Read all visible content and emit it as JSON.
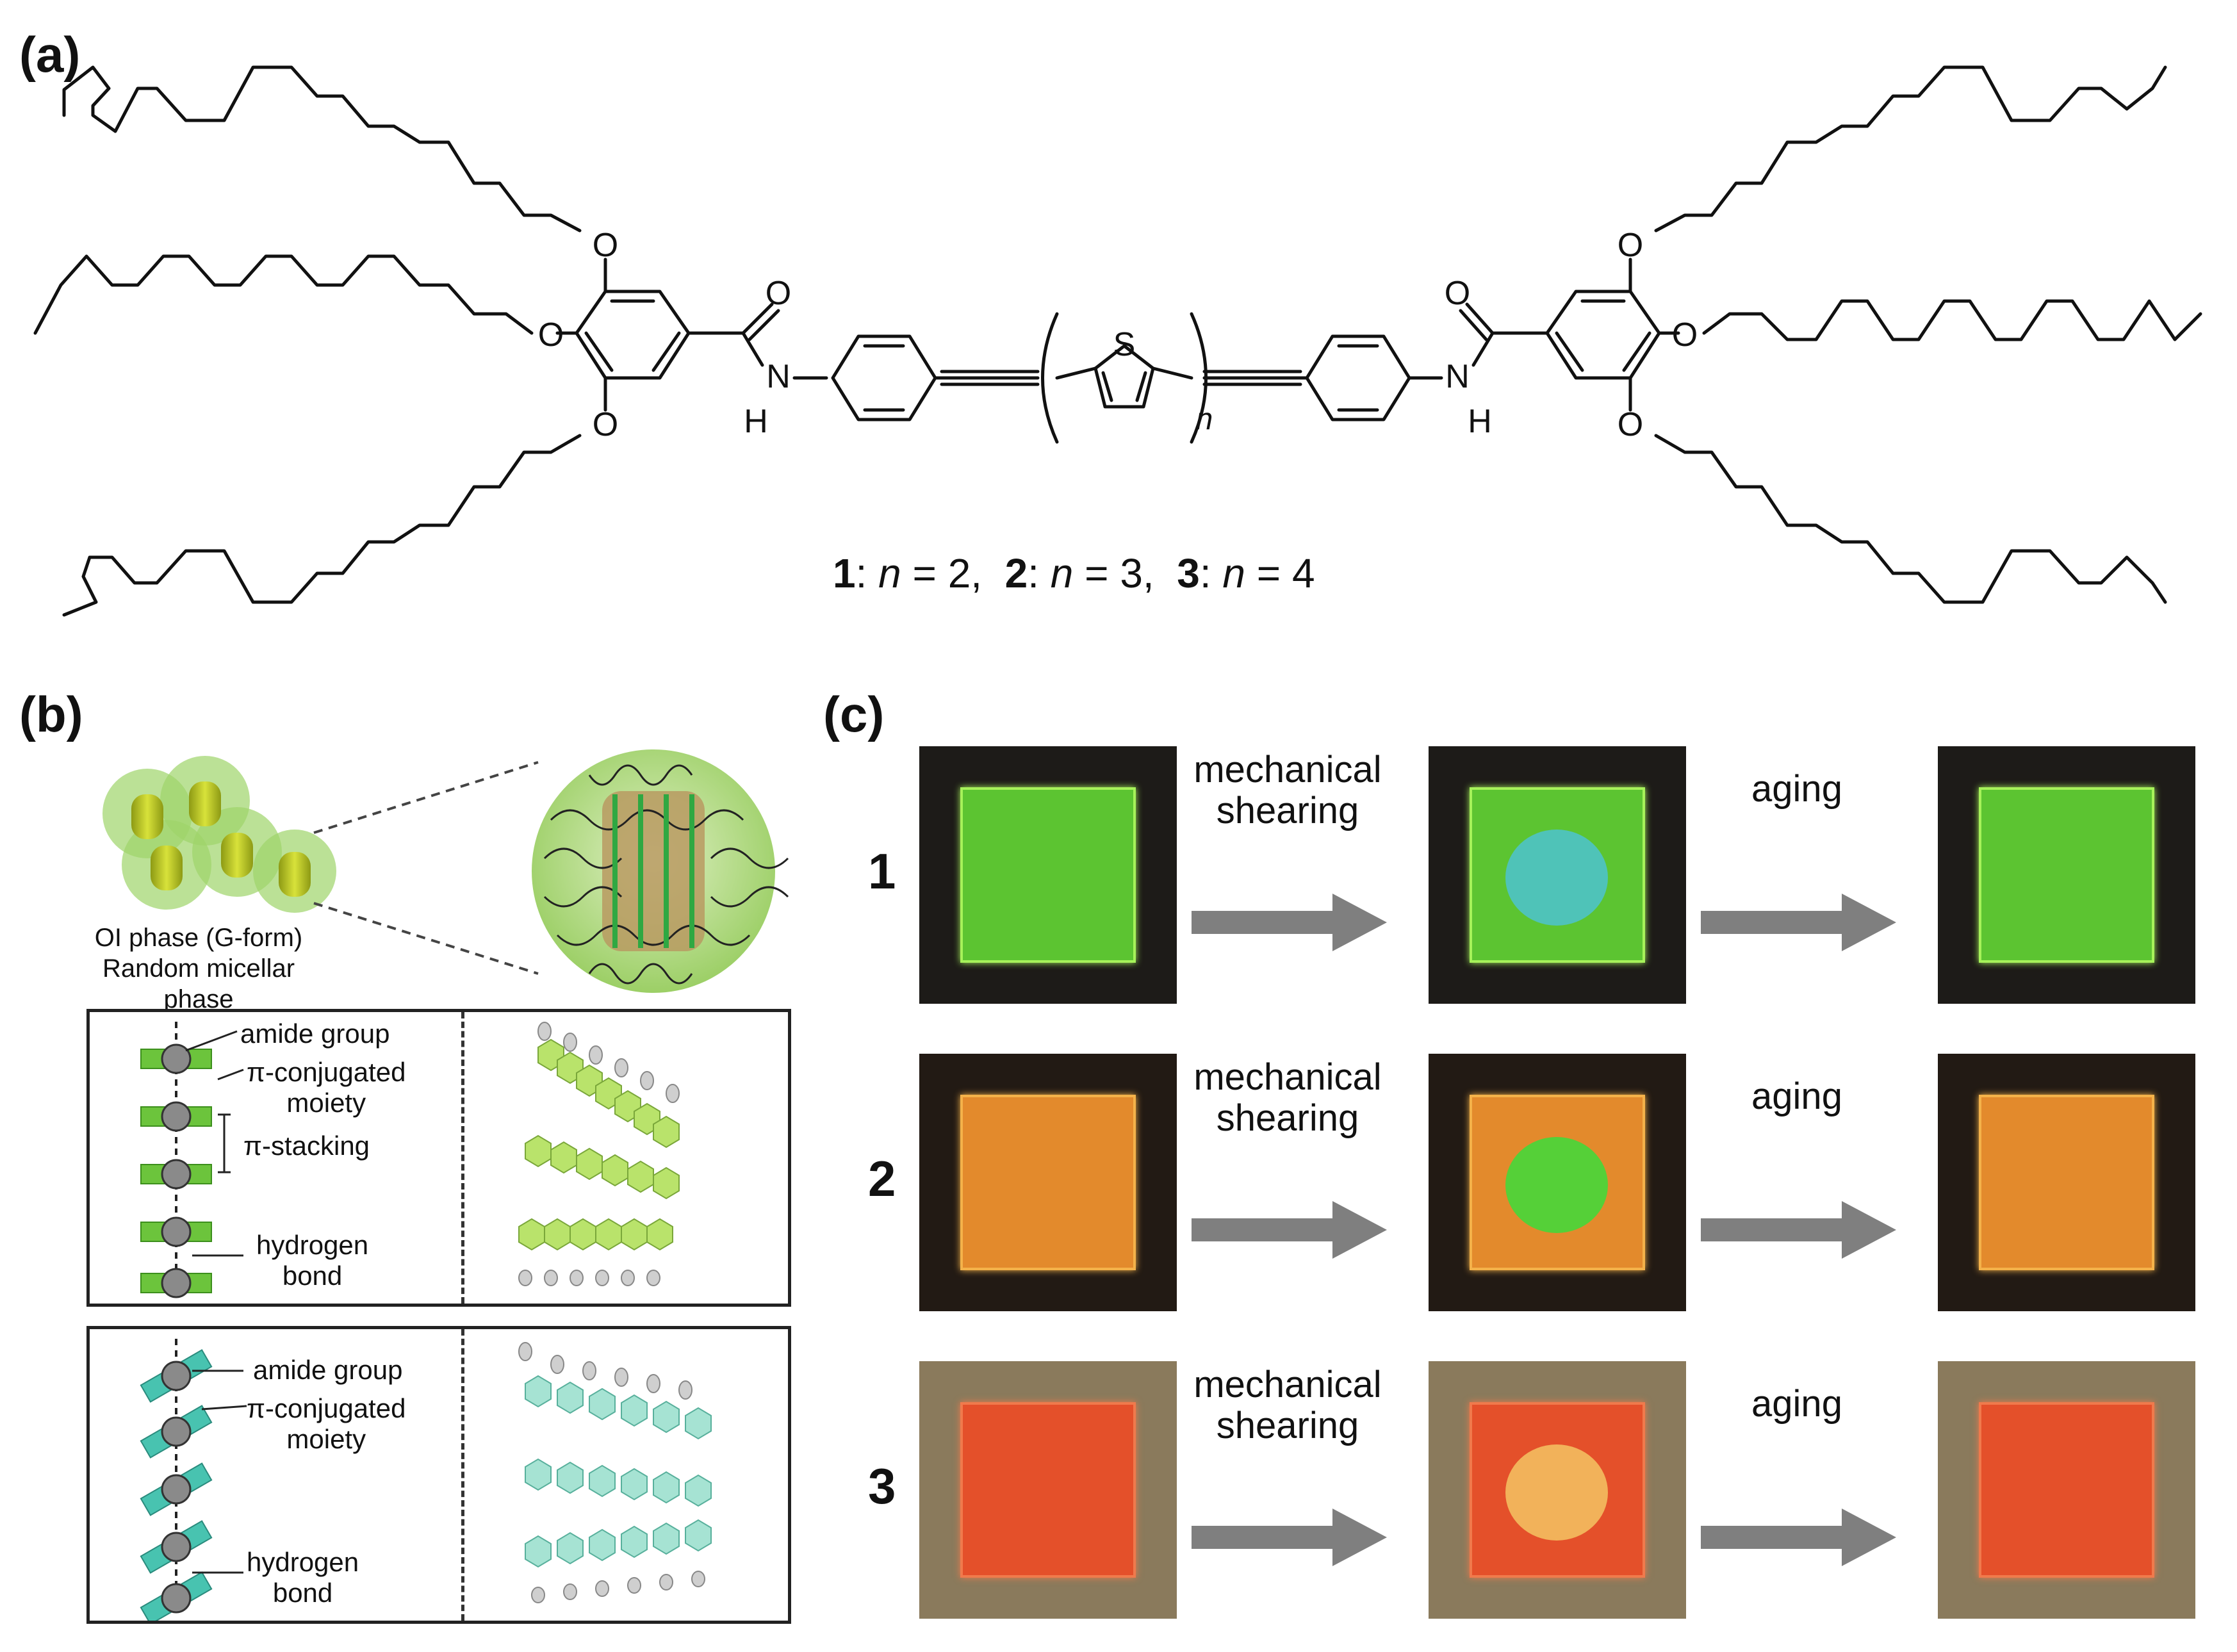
{
  "panels": {
    "a": "(a)",
    "b": "(b)",
    "c": "(c)"
  },
  "structure": {
    "atoms": {
      "o_left_top": "O",
      "o_left_mid": "O",
      "o_left_bot": "O",
      "o_carbonyl_left": "O",
      "n_left": "N",
      "h_left": "H",
      "s": "S",
      "n_sub": "n",
      "o_carbonyl_right": "O",
      "n_right": "N",
      "h_right": "H",
      "o_right_top": "O",
      "o_right_mid": "O",
      "o_right_bot": "O"
    },
    "formula": {
      "c1_num": "1",
      "c1_text": ": ",
      "c1_n": "n",
      "c1_eq": " = 2,  ",
      "c2_num": "2",
      "c2_text": ": ",
      "c2_n": "n",
      "c2_eq": " = 3,  ",
      "c3_num": "3",
      "c3_text": ": ",
      "c3_n": "n",
      "c3_eq": " = 4"
    }
  },
  "panel_b": {
    "caption_line1": "OI phase (G-form)",
    "caption_line2": "Random micellar phase",
    "box1": {
      "amide": "amide group",
      "pi_conj_line1": "π-conjugated",
      "pi_conj_line2": "moiety",
      "stacking": "π-stacking",
      "hbond_line1": "hydrogen",
      "hbond_line2": "bond"
    },
    "box2": {
      "amide": "amide group",
      "pi_conj_line1": "π-conjugated",
      "pi_conj_line2": "moiety",
      "hbond_line1": "hydrogen",
      "hbond_line2": "bond"
    }
  },
  "panel_c": {
    "rows": [
      {
        "label": "1",
        "shear_line1": "mechanical",
        "shear_line2": "shearing",
        "aging": "aging",
        "bg": "#1d1b18",
        "film": "#5cc431",
        "edge": "#a6f25a",
        "spot": "#4fc3b8"
      },
      {
        "label": "2",
        "shear_line1": "mechanical",
        "shear_line2": "shearing",
        "aging": "aging",
        "bg": "#221a14",
        "film": "#e38a2c",
        "edge": "#f4b24a",
        "spot": "#55d038"
      },
      {
        "label": "3",
        "shear_line1": "mechanical",
        "shear_line2": "shearing",
        "aging": "aging",
        "bg": "#8a7a5c",
        "film": "#e4502a",
        "edge": "#f07a4c",
        "spot": "#f2b25a"
      }
    ]
  },
  "colors": {
    "arrow": "#7f7f7f",
    "green_block": "#6cc43c",
    "teal_block": "#48c3b0",
    "sphere": "#a9d67a"
  }
}
